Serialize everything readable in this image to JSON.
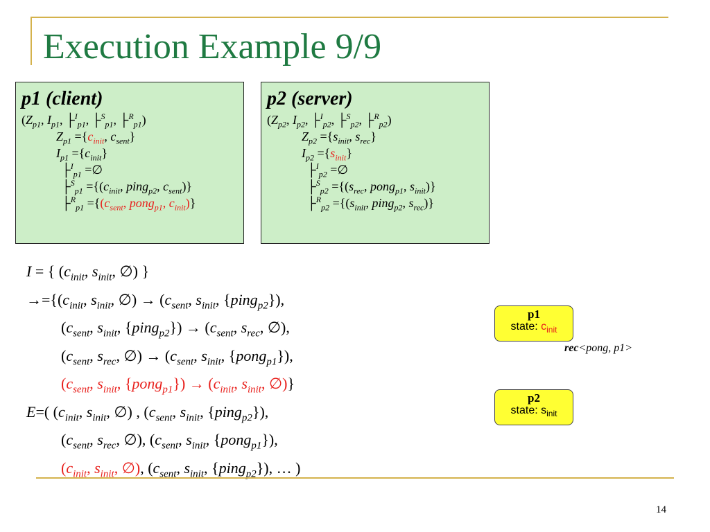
{
  "slide": {
    "title": "Execution Example 9/9",
    "page_number": "14"
  },
  "colors": {
    "title": "#1f7a42",
    "highlight": "#e8201c",
    "box_bg": "#cdeec8",
    "tag_bg": "#ffff33",
    "rules": "#d4b24c"
  },
  "p1_box": {
    "heading": "p1 (client)"
  },
  "p2_box": {
    "heading": "p2 (server)"
  },
  "tags": {
    "p1": {
      "name": "p1",
      "state_label": "state: ",
      "state_var": "c",
      "state_sub": "init"
    },
    "p2": {
      "name": "p2",
      "state_label": "state: ",
      "state_var": "s",
      "state_sub": "init"
    }
  },
  "event": {
    "label": "rec",
    "args": "<pong, p1>"
  }
}
